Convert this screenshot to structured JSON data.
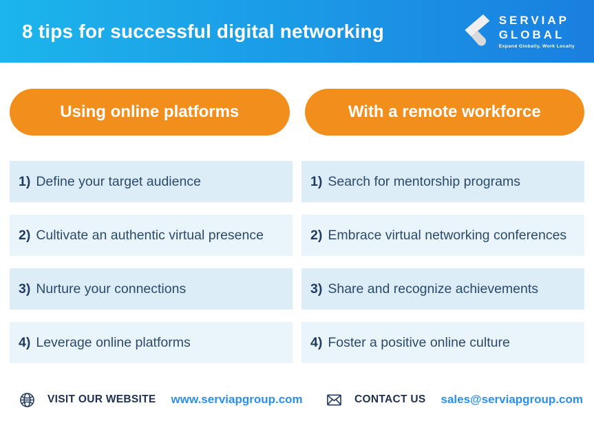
{
  "header": {
    "title": "8 tips for successful digital networking",
    "logo": {
      "name_line1": "SERVIAP",
      "name_line2": "GLOBAL",
      "tagline": "Expand Globally, Work Locally"
    }
  },
  "columns": [
    {
      "heading": "Using online platforms",
      "items": [
        {
          "num": "1)",
          "text": "Define your target audience"
        },
        {
          "num": "2)",
          "text": "Cultivate an authentic virtual presence"
        },
        {
          "num": "3)",
          "text": "Nurture your connections"
        },
        {
          "num": "4)",
          "text": "Leverage online platforms"
        }
      ]
    },
    {
      "heading": "With a remote workforce",
      "items": [
        {
          "num": "1)",
          "text": "Search for mentorship programs"
        },
        {
          "num": "2)",
          "text": "Embrace virtual networking conferences"
        },
        {
          "num": "3)",
          "text": "Share and recognize achievements"
        },
        {
          "num": "4)",
          "text": "Foster a positive online culture"
        }
      ]
    }
  ],
  "footer": {
    "website_label": "VISIT OUR WEBSITE",
    "website_url": "www.serviapgroup.com",
    "contact_label": "CONTACT US",
    "contact_email": "sales@serviapgroup.com"
  },
  "colors": {
    "header_gradient_left": "#1cb5ec",
    "header_gradient_right": "#1a7fe0",
    "accent_orange": "#f28e1c",
    "link_blue": "#2e8fe8",
    "text_navy": "#2b4a6b",
    "row_bg_a": "#dcedf7",
    "row_bg_b": "#eaf4fb"
  }
}
